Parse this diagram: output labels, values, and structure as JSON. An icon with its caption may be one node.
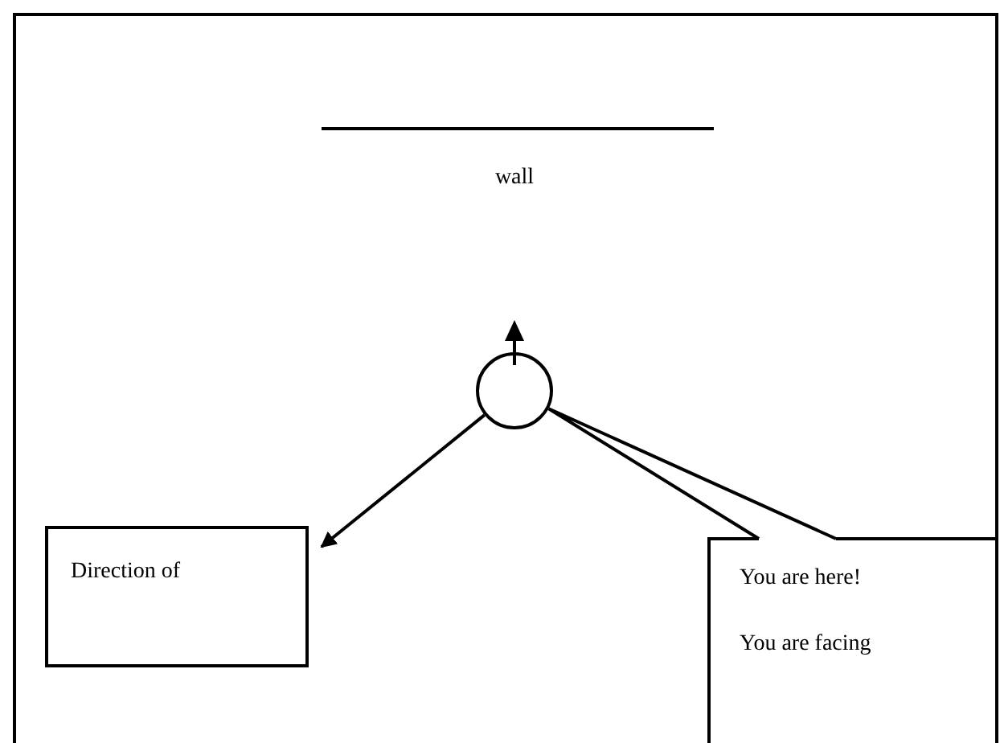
{
  "diagram": {
    "nodes": [
      {
        "text": [],
        "shape": "circle"
      },
      {
        "text": [
          "Direction of"
        ]
      },
      {
        "text": [
          "You are here!",
          "You are facing"
        ]
      }
    ],
    "edges": [
      {
        "from": 0,
        "to": 1,
        "arrow": "to"
      },
      {
        "from": 0,
        "to": 2,
        "arrow": "none"
      }
    ],
    "labels": [
      "wall"
    ]
  }
}
